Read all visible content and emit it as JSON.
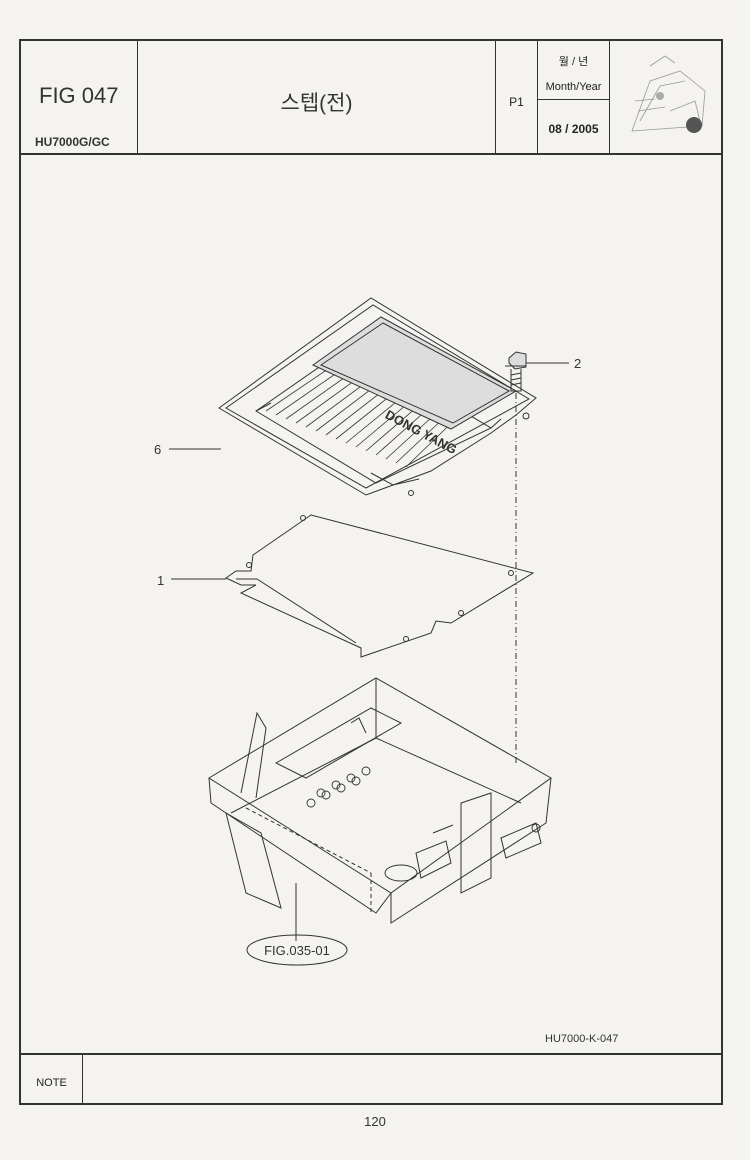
{
  "header": {
    "fig_number": "FIG 047",
    "model": "HU7000G/GC",
    "title": "스텝(전)",
    "page": "P1",
    "date_label_ko": "월 / 년",
    "date_label_en": "Month/Year",
    "date_value": "08 / 2005"
  },
  "drawing": {
    "callouts": [
      {
        "id": "2",
        "label": "2"
      },
      {
        "id": "6",
        "label": "6"
      },
      {
        "id": "1",
        "label": "1"
      }
    ],
    "brand_text": "DONG YANG",
    "reference_label": "FIG.035-01",
    "drawing_code": "HU7000-K-047"
  },
  "note": {
    "label": "NOTE",
    "text": ""
  },
  "page_number": "120",
  "colors": {
    "line": "#333333",
    "paper": "#f4f3ef"
  }
}
